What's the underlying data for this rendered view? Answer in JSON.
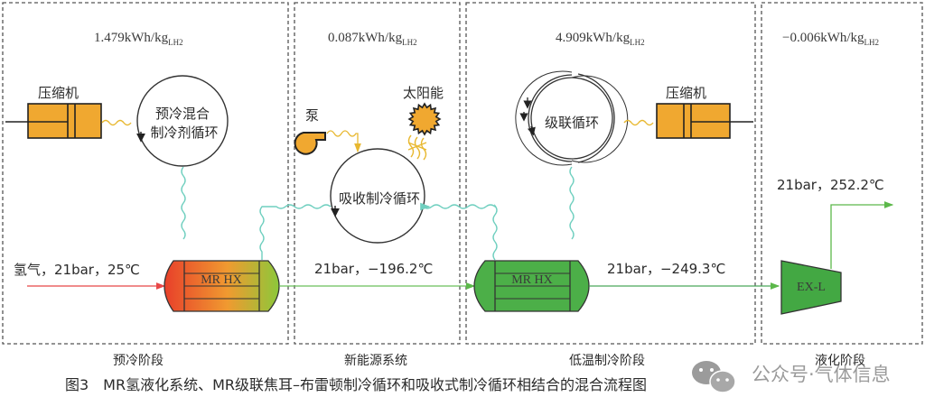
{
  "stages": [
    {
      "name": "预冷阶段",
      "energy_value": "1.479kWh/kg",
      "energy_sub": "LH2"
    },
    {
      "name": "新能源系统",
      "energy_value": "0.087kWh/kg",
      "energy_sub": "LH2"
    },
    {
      "name": "低温制冷阶段",
      "energy_value": "4.909kWh/kg",
      "energy_sub": "LH2"
    },
    {
      "name": "液化阶段",
      "energy_value": "−0.006kWh/kg",
      "energy_sub": "LH2"
    }
  ],
  "components": {
    "compressor_left": "压缩机",
    "compressor_right": "压缩机",
    "precool_cycle_line1": "预冷混合",
    "precool_cycle_line2": "制冷剂循环",
    "pump": "泵",
    "solar": "太阳能",
    "absorption_cycle": "吸收制冷循环",
    "cascade_cycle": "级联循环",
    "hx1": "MR HX",
    "hx2": "MR HX",
    "expander": "EX-L"
  },
  "streams": {
    "inlet": "氢气，21bar，25℃",
    "after_hx1": "21bar，−196.2℃",
    "after_hx2": "21bar，−249.3℃",
    "outlet": "21bar，252.2℃"
  },
  "caption": "图3　MR氢液化系统、MR级联焦耳–布雷顿制冷循环和吸收式制冷循环相结合的混合流程图",
  "watermark": "公众号·气体信息",
  "colors": {
    "compressor": "#f0a830",
    "hx_hot": "#e8402a",
    "hx_cold": "#5cb84a",
    "hx2": "#4caf48",
    "expander": "#43a843",
    "heat_wave": "#6fcfbf",
    "work_wave": "#e8b830",
    "hydrogen_hot": "#e84848",
    "hydrogen_cold": "#6abf5a"
  }
}
